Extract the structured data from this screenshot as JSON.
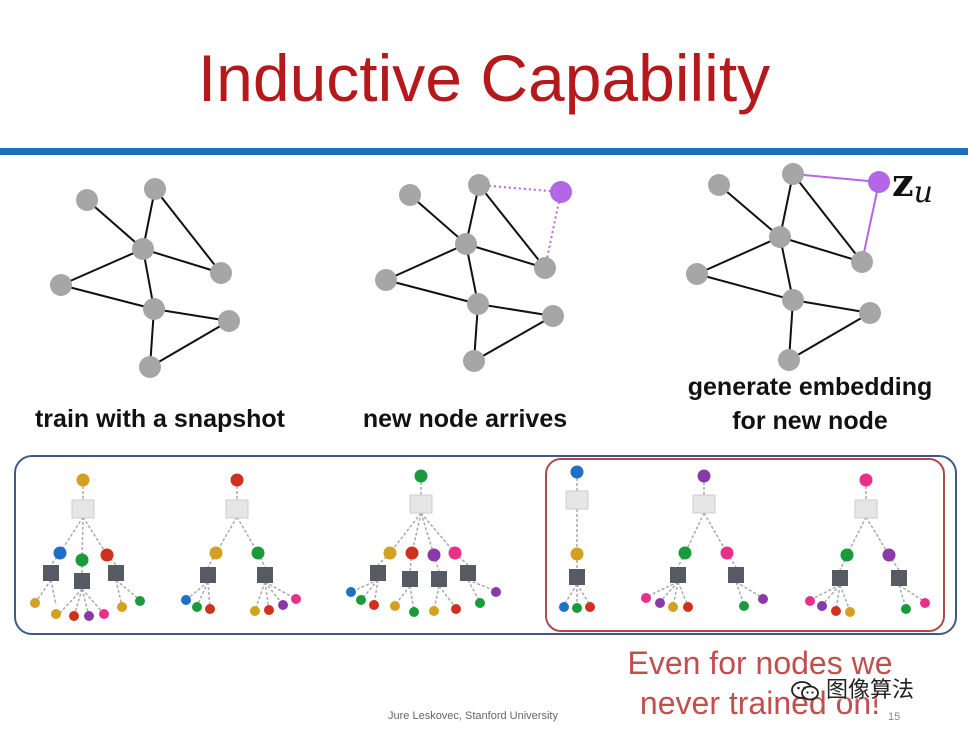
{
  "title": "Inductive Capability",
  "captions": {
    "snapshot": "train with a snapshot",
    "arrives": "new node arrives",
    "generate_line1": "generate embedding",
    "generate_line2": "for new node"
  },
  "embedding_symbol": {
    "bold": "z",
    "subscript": "u"
  },
  "emphasis": {
    "line1": "Even for nodes we",
    "line2": "never trained on!"
  },
  "footer": {
    "author": "Jure Leskovec, Stanford University",
    "page": "15"
  },
  "watermark": "图像算法",
  "colors": {
    "title": "#b5191b",
    "rule": "#1c6fb8",
    "gray_node": "#a6a6a6",
    "new_node": "#b366e6",
    "outer_box": "#3f5b85",
    "inner_box": "#b04a4a",
    "emphasis_text": "#c0504d"
  }
}
